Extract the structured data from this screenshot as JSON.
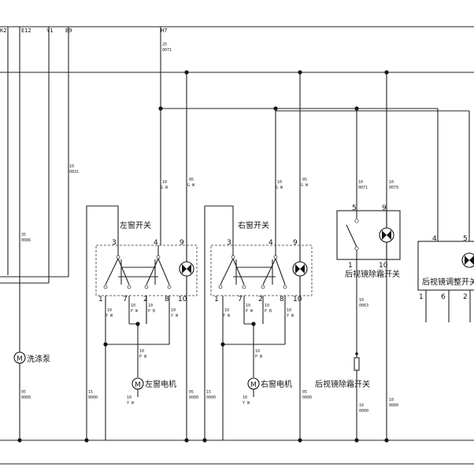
{
  "connectors": {
    "k2": "K2",
    "e12": "E12",
    "y1": "Y1",
    "e9": "E9",
    "h7": "H7"
  },
  "components": {
    "left_switch": "左窗开关",
    "right_switch": "右窗开关",
    "defrost_switch": "后视镜除霜开关",
    "mirror_adjust_switch": "后视镜调整开关",
    "washer_pump": "洗涤泵",
    "left_motor": "左窗电机",
    "right_motor": "右窗电机",
    "defrost_element": "后视镜除霜开关"
  },
  "pins": {
    "p1": "1",
    "p2": "2",
    "p3": "3",
    "p4": "4",
    "p5": "5",
    "p6": "6",
    "p7": "7",
    "p8": "8",
    "p9": "9",
    "p10": "10"
  },
  "wires": {
    "h7_code": "25",
    "h7_id": "0071",
    "w0831_code": "10",
    "w0831_id": "0831",
    "w0086_code": "35",
    "w0086_id": "0086",
    "gw_code": "10",
    "gw_color": "G W",
    "gw2_code": "05",
    "gw2_color": "G W",
    "yw_code": "10",
    "yw_color": "Y W",
    "pw_code": "10",
    "pw_color": "P W",
    "pb_code": "10",
    "pb_color": "P B",
    "d0071_code": "10",
    "d0071_id": "0071",
    "d0079_code": "10",
    "d0079_id": "0079",
    "d0063_code": "10",
    "d0063_id": "0063",
    "g_code": "15",
    "g_id": "0000",
    "g2_code": "05",
    "g2_id": "0000"
  },
  "motor_symbol": "M"
}
